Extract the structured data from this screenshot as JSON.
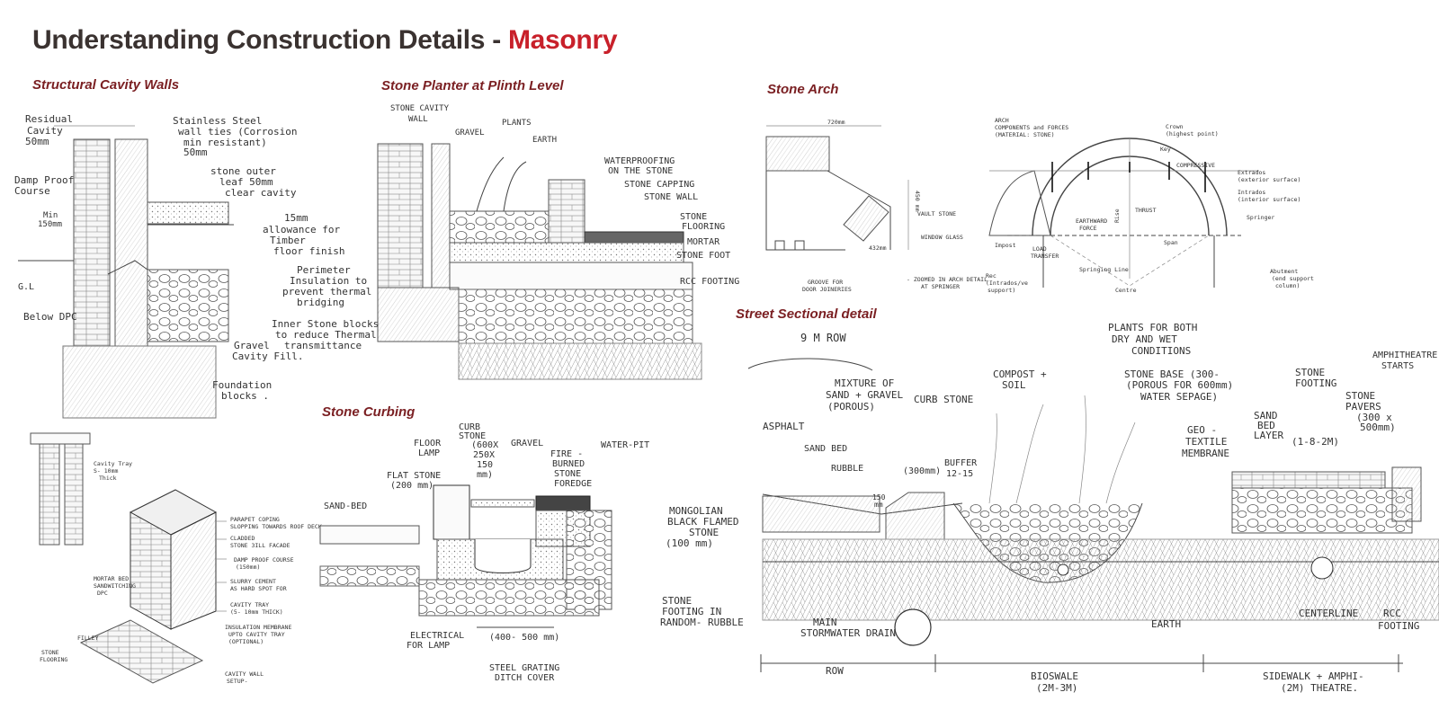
{
  "title": {
    "main": "Understanding Construction Details - ",
    "accent": "Masonry"
  },
  "colors": {
    "title": "#3a3230",
    "accent": "#c8202a",
    "section": "#7a1f22"
  },
  "sections": {
    "cavity": "Structural Cavity Walls",
    "planter": "Stone Planter at Plinth Level",
    "arch": "Stone Arch",
    "street": "Street Sectional detail",
    "curbing": "Stone Curbing"
  },
  "cavity_labels": {
    "residual_1": "Residual",
    "residual_2": "Cavity",
    "residual_3": "50mm",
    "ties_1": "Stainless Steel",
    "ties_2": "wall ties (Corrosion",
    "ties_3": "min      resistant)",
    "ties_4": "50mm",
    "dpc_1": "Damp Proof",
    "dpc_2": "Course",
    "min_1": "Min",
    "min_2": "150mm",
    "outer_1": "stone outer",
    "outer_2": "leaf 50mm",
    "outer_3": "clear cavity",
    "allow_1": "15mm",
    "allow_2": "allowance for",
    "allow_3": "Timber",
    "allow_4": "floor finish",
    "perim_1": "Perimeter",
    "perim_2": "Insulation to",
    "perim_3": "prevent thermal",
    "perim_4": "bridging",
    "inner_1": "Inner Stone blocks",
    "inner_2": "to reduce Thermal",
    "inner_3": "transmittance",
    "gravel_1": "Gravel",
    "gravel_2": "Cavity Fill.",
    "found_1": "Foundation",
    "found_2": "blocks .",
    "gl": "G.L",
    "below": "Below DPC"
  },
  "iso_labels": {
    "cavity_tray_1": "Cavity Tray",
    "cavity_tray_2": "S- 10mm",
    "cavity_tray_3": "Thick",
    "parapet_1": "PARAPET COPING",
    "parapet_2": "SLOPPING TOWARDS ROOF DECK",
    "cladded_1": "CLADDED",
    "cladded_2": "STONE 3ILL FACADE",
    "dpc_1": "DAMP PROOF COURSE",
    "dpc_2": "(150mm)",
    "slurry_1": "SLURRY CEMENT",
    "slurry_2": "AS HARD SPOT FOR",
    "tray_1": "CAVITY TRAY",
    "tray_2": "(5- 10mm THICK)",
    "insul_1": "INSULATION MEMBRANE",
    "insul_2": "UPTO CAVITY TRAY",
    "insul_3": "(OPTIONAL)",
    "mortar_1": "MORTAR BED",
    "mortar_2": "SANDWITCHING",
    "mortar_3": "DPC",
    "filler": "FILLEY",
    "stone_fl_1": "STONE",
    "stone_fl_2": "FLOORING",
    "cavity_wall_1": "CAVITY WALL",
    "cavity_wall_2": "SETUP-"
  },
  "planter_labels": {
    "cavity_1": "STONE CAVITY",
    "cavity_2": "WALL",
    "gravel": "GRAVEL",
    "plants": "PLANTS",
    "earth": "EARTH",
    "wp_1": "WATERPROOFING",
    "wp_2": "ON THE STONE",
    "capping": "STONE CAPPING",
    "wall": "STONE WALL",
    "flooring_1": "STONE",
    "flooring_2": "FLOORING",
    "mortar": "MORTAR",
    "foot": "STONE FOOT",
    "rcc": "RCC FOOTING"
  },
  "arch_labels": {
    "dim": "720mm",
    "dim_side": "450 mm",
    "dim_432": "432mm",
    "vault": "VAULT STONE",
    "window": "WINDOW GLASS",
    "groove_1": "GROOVE FOR",
    "groove_2": "DOOR JOINERIES",
    "zoomed_1": "- ZOOMED IN ARCH DETAIL",
    "zoomed_2": "AT SPRINGER",
    "comp_1": "ARCH",
    "comp_2": "COMPONENTS and FORCES",
    "comp_3": "(MATERIAL: STONE)",
    "crown_1": "Crown",
    "crown_2": "(highest point)",
    "key": "Key",
    "compressive": "COMPRESSIVE",
    "earthward_1": "EARTHWARD",
    "earthward_2": "FORCE",
    "thrust": "THRUST",
    "extrados_1": "Extrados",
    "extrados_2": "(exterior surface)",
    "intrados_1": "Intrados",
    "intrados_2": "(interior surface)",
    "springer": "Springer",
    "rise": "Rise",
    "span": "Span",
    "load_1": "LOAD",
    "load_2": "TRANSFER",
    "springing": "Springing Line",
    "centre": "Centre",
    "keel_1": "Rec",
    "keel_2": "(Intrados/ve",
    "keel_3": "support)",
    "impost": "Impost",
    "abut_1": "Abutment",
    "abut_2": "(end support",
    "abut_3": "column)"
  },
  "curb_labels": {
    "sandbed": "SAND-BED",
    "floor_lamp_1": "FLOOR",
    "floor_lamp_2": "LAMP",
    "flat_1": "FLAT STONE",
    "flat_2": "(200 mm)",
    "curb_1": "CURB",
    "curb_2": "STONE",
    "curb_3": "(600X",
    "curb_4": "250X",
    "curb_5": "150",
    "curb_6": "mm)",
    "gravel": "GRAVEL",
    "fire_1": "FIRE -",
    "fire_2": "BURNED",
    "fire_3": "STONE",
    "fire_4": "FOREDGE",
    "waterpit": "WATER-PIT",
    "mongolian_1": "MONGOLIAN",
    "mongolian_2": "BLACK FLAMED",
    "mongolian_3": "STONE",
    "mongolian_4": "(100 mm)",
    "footing_1": "STONE",
    "footing_2": "FOOTING IN",
    "footing_3": "RANDOM- RUBBLE",
    "elec_1": "ELECTRICAL",
    "elec_2": "FOR LAMP",
    "dim": "(400- 500 mm)",
    "grating_1": "STEEL GRATING",
    "grating_2": "DITCH COVER"
  },
  "street_labels": {
    "row9": "9 M ROW",
    "mix_1": "MIXTURE OF",
    "mix_2": "SAND + GRAVEL",
    "mix_3": "(POROUS)",
    "curbstone": "CURB STONE",
    "compost_1": "COMPOST +",
    "compost_2": "SOIL",
    "plants_1": "PLANTS FOR BOTH",
    "plants_2": "DRY AND WET",
    "plants_3": "CONDITIONS",
    "base_1": "STONE BASE  (300-",
    "base_2": "(POROUS FOR 600mm)",
    "base_3": "WATER SEPAGE)",
    "geo_1": "GEO -",
    "geo_2": "TEXTILE",
    "geo_3": "MEMBRANE",
    "stone_foot_1": "STONE",
    "stone_foot_2": "FOOTING",
    "sand_1": "SAND",
    "sand_2": "BED",
    "sand_3": "LAYER",
    "pavers_1": "STONE",
    "pavers_2": "PAVERS",
    "pavers_3": "(300 x",
    "pavers_4": "500mm)",
    "range": "(1-8-2M)",
    "amph_1": "AMPHITHEATRE",
    "amph_2": "STARTS",
    "asphalt": "ASPHALT",
    "sandbed": "SAND BED",
    "rubble": "RUBBLE",
    "d150_1": "150",
    "d150_2": "mm",
    "d300": "(300mm)",
    "buffer_1": "BUFFER",
    "buffer_2": "12-15",
    "main_1": "MAIN",
    "main_2": "STORMWATER DRAIN",
    "earth": "EARTH",
    "centerline": "CENTERLINE",
    "rcc_1": "RCC",
    "rcc_2": "FOOTING",
    "row": "ROW",
    "bioswale_1": "BIOSWALE",
    "bioswale_2": "(2M-3M)",
    "sidewalk_1": "SIDEWALK +  AMPHI-",
    "sidewalk_2": "(2M)          THEATRE."
  }
}
